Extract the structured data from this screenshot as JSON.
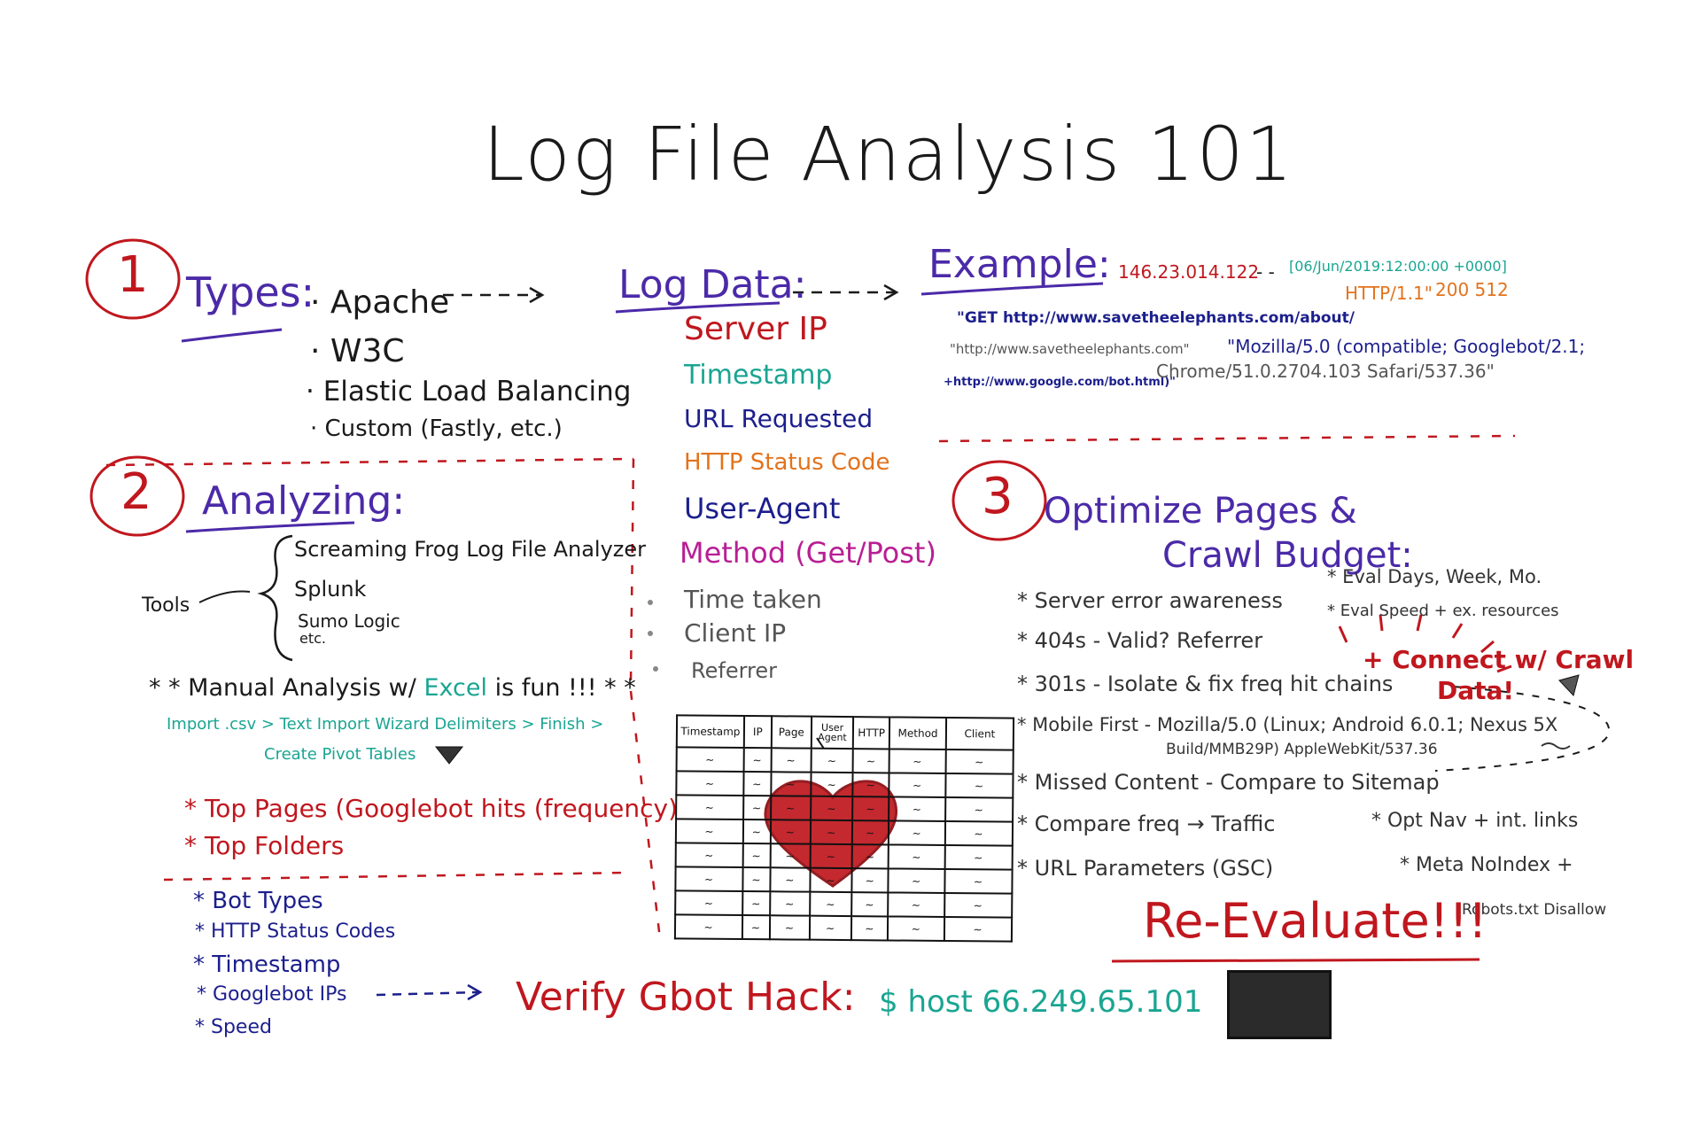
{
  "title": "Log File Analysis 101",
  "colors": {
    "black": "#1a1a1a",
    "red": "#c0171e",
    "purple": "#4b2aa8",
    "navy": "#1c1f8c",
    "teal": "#1aa592",
    "orange": "#e2731d",
    "magenta": "#b81f94",
    "gray": "#555555"
  },
  "section1": {
    "number": "1",
    "heading": "Types:",
    "items": [
      "· Apache",
      "· W3C",
      "· Elastic Load Balancing",
      "· Custom (Fastly, etc.)"
    ]
  },
  "log_data": {
    "heading": "Log Data:",
    "items": [
      {
        "text": "Server IP",
        "color": "#c0171e"
      },
      {
        "text": "Timestamp",
        "color": "#1aa592"
      },
      {
        "text": "URL Requested",
        "color": "#1c1f8c"
      },
      {
        "text": "HTTP Status Code",
        "color": "#e2731d"
      },
      {
        "text": "User-Agent",
        "color": "#1c1f8c"
      },
      {
        "text": "Method (Get/Post)",
        "color": "#b81f94"
      }
    ],
    "extra_items": [
      "Time taken",
      "Client IP",
      "Referrer"
    ]
  },
  "example": {
    "heading": "Example:",
    "line1_ip": "146.23.014.122",
    "line1_dash": "- -",
    "line1_date": "[06/Jun/2019:12:00:00 +0000]",
    "line2_proto": "HTTP/1.1\"",
    "line2_status": "200 512",
    "line3": "\"GET http://www.savetheelephants.com/about/",
    "line4_ref": "\"http://www.savetheelephants.com\"",
    "line4_ua": "\"Mozilla/5.0 (compatible; Googlebot/2.1;",
    "line5_url": "+http://www.google.com/bot.html)\"",
    "line5_chrome": "Chrome/51.0.2704.103 Safari/537.36\""
  },
  "section2": {
    "number": "2",
    "heading": "Analyzing:",
    "tools_label": "Tools",
    "tools": [
      "Screaming Frog Log File Analyzer",
      "Splunk",
      "Sumo Logic",
      "etc."
    ],
    "manual_prefix": "* * Manual Analysis w/",
    "manual_excel": "Excel",
    "manual_suffix": "is fun !!! * *",
    "import_steps": "Import .csv > Text Import Wizard Delimiters > Finish >",
    "pivot": "Create Pivot Tables",
    "top_items": [
      "* Top Pages (Googlebot hits (frequency)",
      "* Top Folders"
    ],
    "bullets": [
      "* Bot Types",
      "* HTTP Status Codes",
      "* Timestamp",
      "* Googlebot IPs",
      "* Speed"
    ]
  },
  "table": {
    "headers": [
      "Timestamp",
      "IP",
      "Page",
      "User Agent",
      "HTTP",
      "Method",
      "Client"
    ],
    "row_count": 8
  },
  "section3": {
    "number": "3",
    "heading_line1": "Optimize Pages &",
    "heading_line2": "Crawl Budget:",
    "items": [
      "* Server error awareness",
      "* 404s - Valid? Referrer",
      "* 301s - Isolate & fix freq hit chains",
      "* Mobile First - Mozilla/5.0 (Linux; Android 6.0.1; Nexus 5X",
      "Build/MMB29P) AppleWebKit/537.36",
      "* Missed Content - Compare to Sitemap",
      "* Compare freq → Traffic",
      "* URL Parameters (GSC)"
    ],
    "right_items": [
      "* Eval Days, Week, Mo.",
      "* Eval Speed + ex. resources"
    ],
    "connect_line1": "+ Connect w/ Crawl",
    "connect_line2": "Data!",
    "right_lower": [
      "* Opt Nav + int. links",
      "* Meta NoIndex +",
      "Robots.txt Disallow"
    ],
    "reevaluate": "Re-Evaluate!!!"
  },
  "verify": {
    "label": "Verify Gbot Hack:",
    "command": "$ host 66.249.65.101"
  }
}
